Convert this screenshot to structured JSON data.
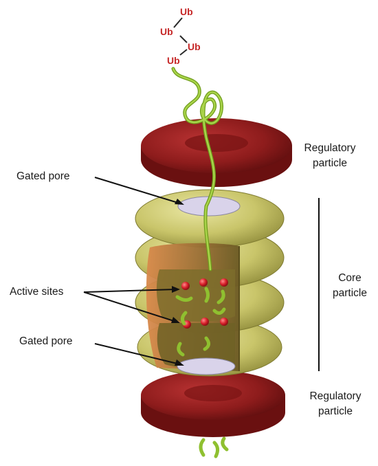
{
  "ubiquitin": {
    "tags": [
      "Ub",
      "Ub",
      "Ub",
      "Ub"
    ]
  },
  "labels": {
    "regulatory_top": {
      "line1": "Regulatory",
      "line2": "particle"
    },
    "gated_pore_top": "Gated pore",
    "active_sites": "Active sites",
    "gated_pore_bottom": "Gated pore",
    "core": {
      "line1": "Core",
      "line2": "particle"
    },
    "regulatory_bottom": {
      "line1": "Regulatory",
      "line2": "particle"
    }
  },
  "colors": {
    "regulatory_cap": "#8e1c1c",
    "core_ring": "#c9c56a",
    "substrate_chain": "#8fc030",
    "active_site": "#d8202a",
    "ubiquitin_text": "#c62828"
  }
}
